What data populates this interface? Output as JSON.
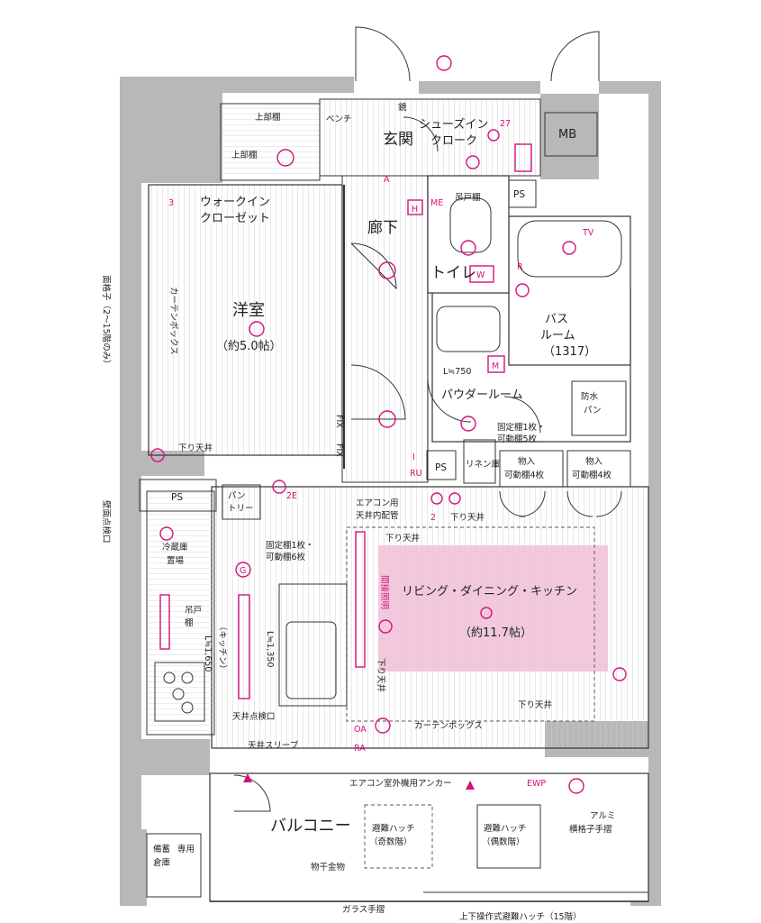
{
  "colors": {
    "accent": "#d6127a",
    "ldk_highlight": "#f1c3d8",
    "wall": "#b8b8b8",
    "floor_line": "#d9d9d9"
  },
  "rooms": {
    "entrance": "玄関",
    "shoes_closet": "シューズイン\nクローク",
    "mb": "MB",
    "ps1": "PS",
    "ps2": "PS",
    "ps3": "PS",
    "upper_shelf": "上部棚",
    "upper_shelf2": "上部棚",
    "bench": "ベンチ",
    "mirror": "鏡",
    "walk_in_closet": "ウォークイン\nクローゼット",
    "corridor": "廊下",
    "toilet": "トイレ",
    "hanging_shelf": "吊戸棚",
    "western_room": "洋室",
    "western_room_size": "（約5.0帖）",
    "bath_room": "バス\nルーム",
    "bath_size": "（1317）",
    "powder_room": "パウダールーム",
    "waterproof_pan": "防水\nパン",
    "shelf_fixed": "固定棚1枚・\n可動棚5枚",
    "linen": "リネン庫",
    "l750": "L≒750",
    "storage1": "物入\n可動棚4枚",
    "storage2": "物入\n可動棚4枚",
    "pantry": "パン\nトリー",
    "pantry_shelf": "固定棚1枚・\n可動棚6枚",
    "aircon_pipe": "エアコン用\n天井内配管",
    "lowered_ceiling1": "下り天井",
    "lowered_ceiling2": "下り天井",
    "lowered_ceiling3": "下り天井",
    "lowered_ceiling4": "下り天井",
    "lowered_ceiling5": "下り天井",
    "fridge": "冷蔵庫\n置場",
    "hanging_shelf2": "吊戸\n棚",
    "kitchen": "（キッチン）",
    "l1350": "L≒1,350",
    "l1650": "L≒1,650",
    "indirect_light": "間接照明",
    "ldk": "リビング・ダイニング・キッチン",
    "ldk_size": "（約11.7帖）",
    "curtain_box": "カーテンボックス",
    "curtain_box2": "カーテンボックス",
    "ceiling_inspection": "天井点検口",
    "ceiling_sleeve": "天井スリーブ",
    "fix1": "FIX",
    "fix2": "FIX",
    "aircon_anchor": "エアコン室外機用アンカー",
    "balcony": "バルコニー",
    "hatch_odd": "避難ハッチ\n（奇数階）",
    "hatch_even": "避難ハッチ\n（偶数階）",
    "aluminium": "アルミ\n横格子手摺",
    "storage_warehouse": "備蓄\n倉庫",
    "exclusive": "専用",
    "laundry": "物干金物",
    "glass_rail": "ガラス手摺",
    "hatch_15": "上下操作式避難ハッチ（15階）",
    "wall_inspection": "壁面点検口",
    "face_lattice": "面格子（2〜15階のみ）",
    "ewp": "EWP"
  },
  "symbols": {
    "A": "A",
    "H": "H",
    "ME": "ME",
    "W": "W",
    "R": "R",
    "M": "M",
    "TV": "TV",
    "G": "G",
    "OA": "OA",
    "RA": "RA",
    "I": "I",
    "RU": "RU",
    "E2": "2E",
    "n2": "2",
    "n3": "3",
    "n27": "27"
  }
}
